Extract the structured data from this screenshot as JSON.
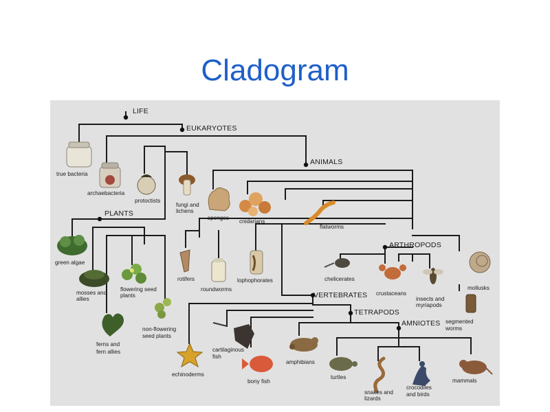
{
  "slide": {
    "title": "Cladogram"
  },
  "nodes": {
    "life": "LIFE",
    "eukaryotes": "EUKARYOTES",
    "animals": "ANIMALS",
    "plants": "PLANTS",
    "arthropods": "ARTHROPODS",
    "vertebrates": "VERTEBRATES",
    "tetrapods": "TETRAPODS",
    "amniotes": "AMNIOTES"
  },
  "leaves": {
    "true_bacteria": "true bacteria",
    "archaebacteria": "archaebacteria",
    "protoctists": "protoctists",
    "fungi_1": "fungi and",
    "fungi_2": "lichens",
    "sponges": "sponges",
    "cnidarians": "cnidarians",
    "flatworms": "flatworms",
    "green_algae": "green algae",
    "mosses_1": "mosses and",
    "mosses_2": "allies",
    "flowering_1": "flowering seed",
    "flowering_2": "plants",
    "ferns_1": "ferns and",
    "ferns_2": "fern allies",
    "nonflowering_1": "non-flowering",
    "nonflowering_2": "seed plants",
    "rotifers": "rotifers",
    "roundworms": "roundworms",
    "lophophorates": "lophophorates",
    "chelicerates": "chelicerates",
    "crustaceans": "crustaceans",
    "insects_1": "insects and",
    "insects_2": "myriapods",
    "mollusks": "mollusks",
    "segmented_1": "segmented",
    "segmented_2": "worms",
    "echinoderms": "echinoderms",
    "cartilaginous_1": "cartilaginous",
    "cartilaginous_2": "fish",
    "bony_fish": "bony fish",
    "amphibians": "amphibians",
    "turtles": "turtles",
    "snakes_1": "snakes and",
    "snakes_2": "lizards",
    "crocodiles_1": "crocodiles",
    "crocodiles_2": "and birds",
    "mammals": "mammals"
  },
  "colors": {
    "title": "#1f5fc8",
    "panel_background": "#e1e1e1",
    "branch_lines": "#1a1a1a"
  }
}
